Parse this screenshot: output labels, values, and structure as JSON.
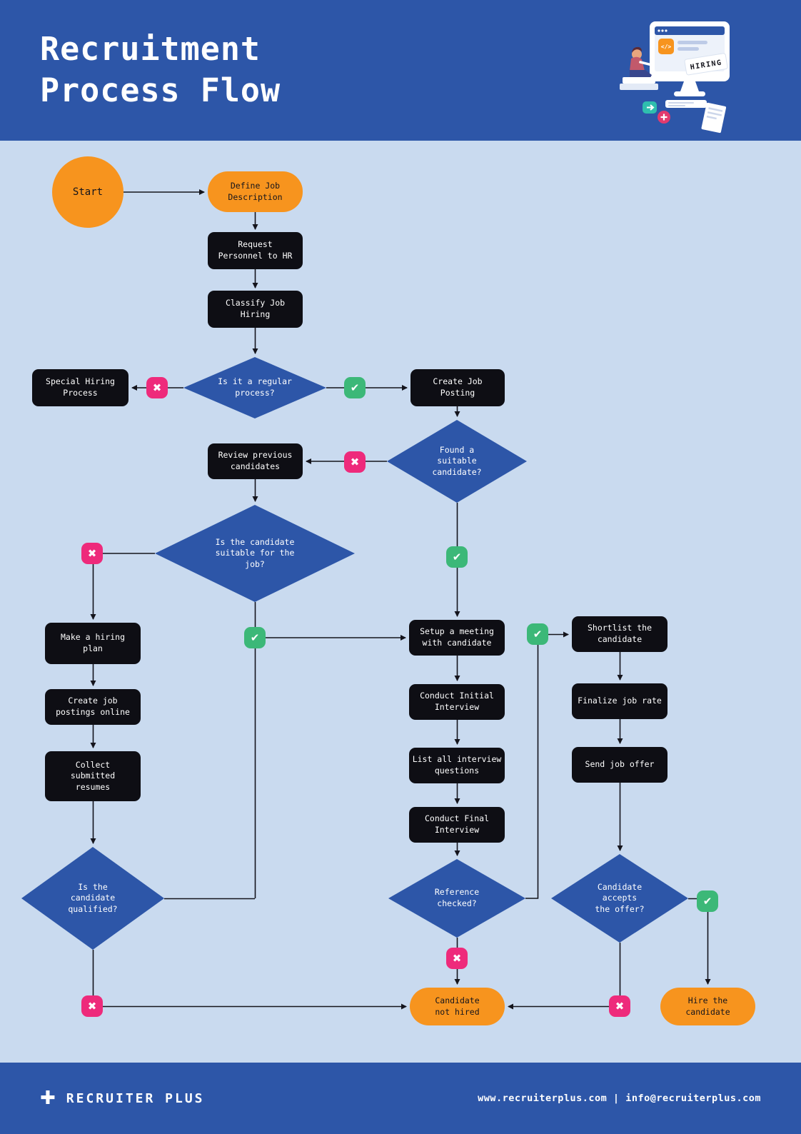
{
  "colors": {
    "brand_blue": "#2d56a8",
    "background": "#c9daef",
    "node_black": "#0e0e14",
    "diamond_blue": "#2d56a8",
    "orange": "#f7941e",
    "pink": "#ee2a7b",
    "green": "#3cb878",
    "line": "#14141c"
  },
  "header": {
    "title": "Recruitment\nProcess Flow",
    "illustration": {
      "hiring_label": "HIRING",
      "code_glyph": "</>"
    }
  },
  "footer": {
    "logo_glyph": "✚",
    "brand": "RECRUITER PLUS",
    "contact": "www.recruiterplus.com | info@recruiterplus.com"
  },
  "flowchart": {
    "markers": {
      "yes_glyph": "✔",
      "no_glyph": "✖"
    },
    "nodes": {
      "start": {
        "label": "Start",
        "shape": "start-circle"
      },
      "define_job": {
        "label": "Define Job\nDescription",
        "shape": "pill-orange"
      },
      "request_personnel": {
        "label": "Request\nPersonnel to HR",
        "shape": "process"
      },
      "classify_job": {
        "label": "Classify Job\nHiring",
        "shape": "process"
      },
      "regular_process": {
        "label": "Is it a regular\nprocess?",
        "shape": "decision"
      },
      "special_hiring": {
        "label": "Special Hiring\nProcess",
        "shape": "process"
      },
      "create_job_posting": {
        "label": "Create Job\nPosting",
        "shape": "process"
      },
      "found_candidate": {
        "label": "Found a\nsuitable\ncandidate?",
        "shape": "decision"
      },
      "review_previous": {
        "label": "Review previous\ncandidates",
        "shape": "process"
      },
      "candidate_suitable": {
        "label": "Is the candidate\nsuitable for the\njob?",
        "shape": "decision"
      },
      "make_hiring_plan": {
        "label": "Make a hiring\nplan",
        "shape": "process"
      },
      "create_postings_online": {
        "label": "Create job\npostings online",
        "shape": "process"
      },
      "collect_resumes": {
        "label": "Collect\nsubmitted\nresumes",
        "shape": "process"
      },
      "candidate_qualified": {
        "label": "Is the\ncandidate\nqualified?",
        "shape": "decision"
      },
      "setup_meeting": {
        "label": "Setup a meeting\nwith candidate",
        "shape": "process"
      },
      "conduct_initial": {
        "label": "Conduct Initial\nInterview",
        "shape": "process"
      },
      "list_questions": {
        "label": "List all interview\nquestions",
        "shape": "process"
      },
      "conduct_final": {
        "label": "Conduct Final\nInterview",
        "shape": "process"
      },
      "reference_checked": {
        "label": "Reference\nchecked?",
        "shape": "decision"
      },
      "shortlist_candidate": {
        "label": "Shortlist the\ncandidate",
        "shape": "process"
      },
      "finalize_job_rate": {
        "label": "Finalize job rate",
        "shape": "process"
      },
      "send_job_offer": {
        "label": "Send job offer",
        "shape": "process"
      },
      "accepts_offer": {
        "label": "Candidate\naccepts\nthe offer?",
        "shape": "decision"
      },
      "hire_candidate": {
        "label": "Hire the\ncandidate",
        "shape": "pill-orange"
      },
      "candidate_not_hired": {
        "label": "Candidate\nnot hired",
        "shape": "pill-orange"
      }
    },
    "edges": [
      {
        "from": "start",
        "to": "define_job"
      },
      {
        "from": "define_job",
        "to": "request_personnel"
      },
      {
        "from": "request_personnel",
        "to": "classify_job"
      },
      {
        "from": "classify_job",
        "to": "regular_process"
      },
      {
        "from": "regular_process",
        "to": "special_hiring",
        "decision": "no"
      },
      {
        "from": "regular_process",
        "to": "create_job_posting",
        "decision": "yes"
      },
      {
        "from": "create_job_posting",
        "to": "found_candidate"
      },
      {
        "from": "found_candidate",
        "to": "review_previous",
        "decision": "no"
      },
      {
        "from": "found_candidate",
        "to": "setup_meeting",
        "decision": "yes"
      },
      {
        "from": "review_previous",
        "to": "candidate_suitable"
      },
      {
        "from": "candidate_suitable",
        "to": "make_hiring_plan",
        "decision": "no"
      },
      {
        "from": "candidate_suitable",
        "to": "setup_meeting",
        "decision": "yes"
      },
      {
        "from": "make_hiring_plan",
        "to": "create_postings_online"
      },
      {
        "from": "create_postings_online",
        "to": "collect_resumes"
      },
      {
        "from": "collect_resumes",
        "to": "candidate_qualified"
      },
      {
        "from": "candidate_qualified",
        "to": "setup_meeting",
        "decision": "yes"
      },
      {
        "from": "candidate_qualified",
        "to": "candidate_not_hired",
        "decision": "no"
      },
      {
        "from": "setup_meeting",
        "to": "conduct_initial"
      },
      {
        "from": "conduct_initial",
        "to": "list_questions"
      },
      {
        "from": "list_questions",
        "to": "conduct_final"
      },
      {
        "from": "conduct_final",
        "to": "reference_checked"
      },
      {
        "from": "reference_checked",
        "to": "shortlist_candidate",
        "decision": "yes"
      },
      {
        "from": "reference_checked",
        "to": "candidate_not_hired",
        "decision": "no"
      },
      {
        "from": "shortlist_candidate",
        "to": "finalize_job_rate"
      },
      {
        "from": "finalize_job_rate",
        "to": "send_job_offer"
      },
      {
        "from": "send_job_offer",
        "to": "accepts_offer"
      },
      {
        "from": "accepts_offer",
        "to": "hire_candidate",
        "decision": "yes"
      },
      {
        "from": "accepts_offer",
        "to": "candidate_not_hired",
        "decision": "no"
      }
    ]
  }
}
